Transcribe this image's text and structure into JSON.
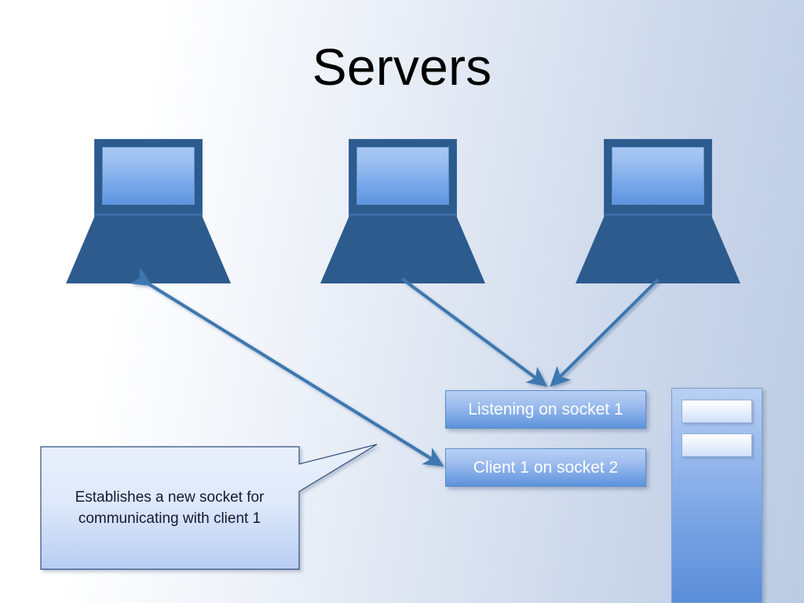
{
  "slide": {
    "title": "Servers",
    "background_left": "#ffffff",
    "background_right": "#bccce4"
  },
  "devices": {
    "laptops": [
      {
        "name": "laptop-left",
        "label": ""
      },
      {
        "name": "laptop-middle",
        "label": ""
      },
      {
        "name": "laptop-right",
        "label": ""
      }
    ],
    "server_tower": {
      "name": "server-tower",
      "bays": 2,
      "body_color": "#7ba5e4"
    }
  },
  "sockets": {
    "listening": "Listening on socket 1",
    "client": "Client 1 on socket 2",
    "box_color": "#79a6e5",
    "text_color": "#ffffff"
  },
  "callout": {
    "text": "Establishes a new socket for communicating with client 1",
    "fill_color": "#cfdef7",
    "border_color": "#31507e"
  },
  "connectors": {
    "accent_color": "#3c77b0",
    "arrows": [
      {
        "name": "arrow-middle-laptop-to-listening",
        "from": "laptop-middle",
        "to": "listening",
        "heads": 1
      },
      {
        "name": "arrow-right-laptop-to-listening",
        "from": "laptop-right",
        "to": "listening",
        "heads": 1
      },
      {
        "name": "arrow-left-laptop-to-client",
        "from": "laptop-left",
        "to": "client",
        "heads": 2
      }
    ]
  }
}
